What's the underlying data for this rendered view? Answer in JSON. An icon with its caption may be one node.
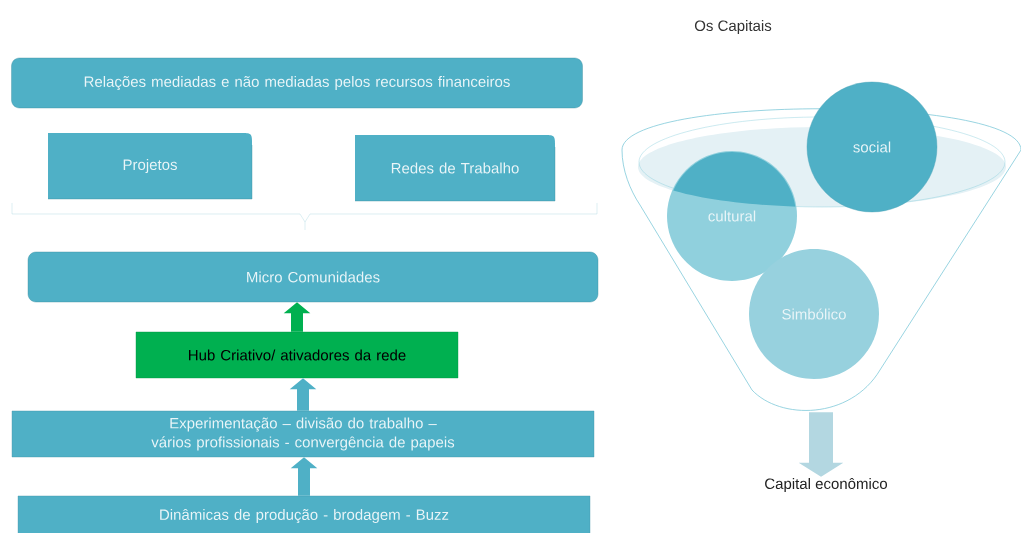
{
  "diagram": {
    "nodes": [
      {
        "text": [
          "Relações mediadas e não mediadas pelos recursos financeiros"
        ]
      },
      {
        "text": [
          "Projetos"
        ]
      },
      {
        "text": [
          "Redes de Trabalho"
        ]
      },
      {
        "text": [
          "Micro Comunidades"
        ]
      },
      {
        "text": [
          "Hub Criativo/ ativadores da rede"
        ]
      },
      {
        "text": [
          "Experimentação – divisão do trabalho – vários profissionais - convergência de papeis"
        ]
      },
      {
        "text": [
          "Dinâmicas  de produção  -  brodagem - Buzz"
        ]
      },
      {
        "text": [],
        "shape": "funnel"
      },
      {
        "text": [
          "social"
        ]
      },
      {
        "text": [
          "cultural"
        ],
        "in": 7
      },
      {
        "text": [
          "Simbólico"
        ],
        "in": 7
      },
      {
        "text": [
          "Capital econômico"
        ]
      }
    ],
    "edges": [
      {
        "from": 4,
        "to": 3,
        "arrow": "to",
        "color": "#00b050"
      },
      {
        "from": 5,
        "to": 4,
        "arrow": "to"
      },
      {
        "from": 6,
        "to": 5,
        "arrow": "to"
      },
      {
        "from": 7,
        "to": 11,
        "arrow": "to",
        "style": "thick",
        "color": "#b3d7e1"
      }
    ],
    "labels": [
      "Os Capitais"
    ]
  }
}
